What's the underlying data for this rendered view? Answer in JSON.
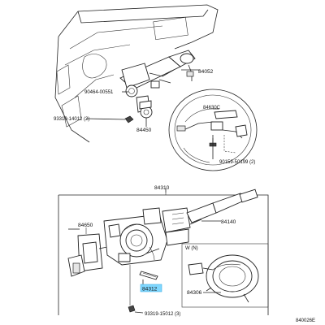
{
  "diagram": {
    "callouts": [
      {
        "id": "84052",
        "text": "84052"
      },
      {
        "id": "90464",
        "text": "90464-00551"
      },
      {
        "id": "93319a",
        "text": "93319-14012 (2)"
      },
      {
        "id": "84450",
        "text": "84450"
      },
      {
        "id": "84630c",
        "text": "84630C"
      },
      {
        "id": "90159",
        "text": "90159-50199 (2)"
      },
      {
        "id": "84310",
        "text": "84310"
      },
      {
        "id": "84650",
        "text": "84650"
      },
      {
        "id": "84140",
        "text": "84140"
      },
      {
        "id": "w_n",
        "text": "W (N)"
      },
      {
        "id": "84306",
        "text": "84306"
      },
      {
        "id": "84312",
        "text": "84312"
      },
      {
        "id": "93319b",
        "text": "93319-15012 (3)"
      }
    ],
    "figure_code": "840026E"
  },
  "colors": {
    "line": "#222222",
    "highlight": "#7fd7ff",
    "background": "#ffffff"
  }
}
